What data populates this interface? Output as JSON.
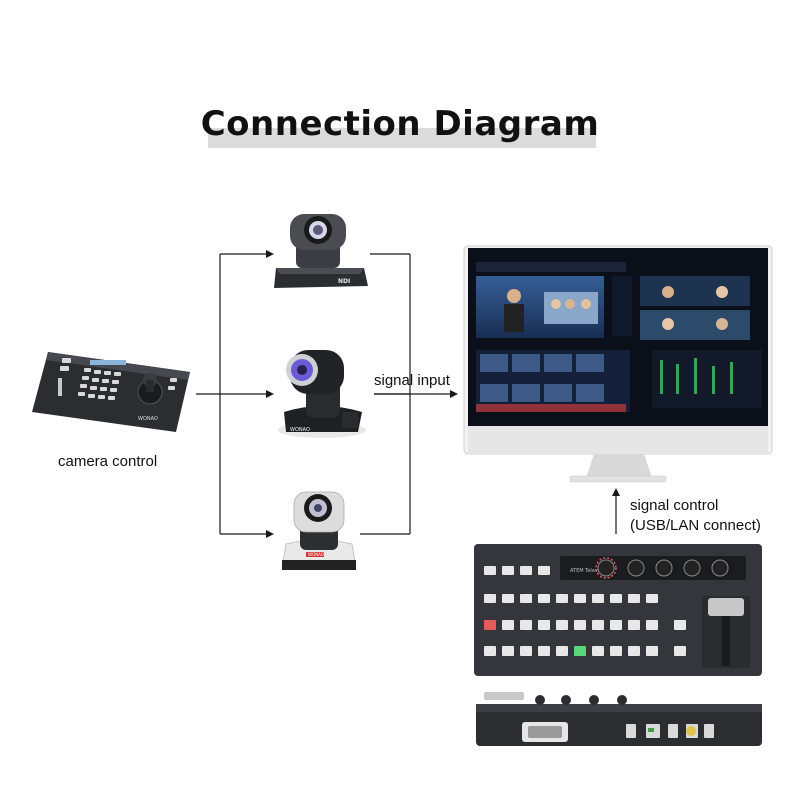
{
  "title": "Connection Diagram",
  "labels": {
    "camera_control": "camera control",
    "signal_input": "signal input",
    "signal_control_line1": "signal control",
    "signal_control_line2": "(USB/LAN connect)"
  },
  "device_text": {
    "camera1_brand": "NDI",
    "camera2_brand": "WONAO",
    "camera3_brand": "WONAO",
    "keyboard_brand": "WONAO",
    "switcher_screen": "ATEM Television"
  },
  "colors": {
    "line": "#1a1a1a",
    "title_highlight": "#dcdcdc",
    "device_dark": "#2b2d31",
    "camera_lens_blue": "#6b5bd6",
    "switcher_red": "#e35b5b",
    "switcher_green": "#5bd67a"
  }
}
